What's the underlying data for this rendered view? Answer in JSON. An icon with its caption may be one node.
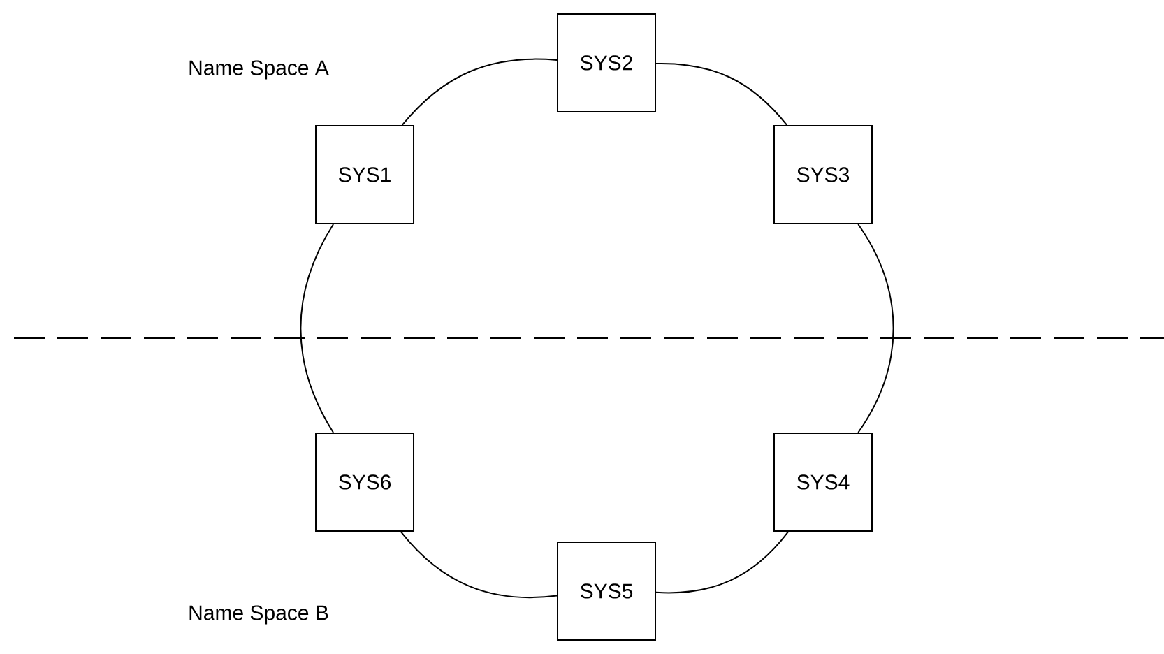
{
  "diagram": {
    "nodes": [
      {
        "text": [
          "SYS2"
        ]
      },
      {
        "text": [
          "SYS1"
        ]
      },
      {
        "text": [
          "SYS3"
        ]
      },
      {
        "text": [
          "SYS6"
        ]
      },
      {
        "text": [
          "SYS4"
        ]
      },
      {
        "text": [
          "SYS5"
        ]
      }
    ],
    "edges": [
      {
        "from": 1,
        "to": 0,
        "arrow": "none"
      },
      {
        "from": 0,
        "to": 2,
        "arrow": "none"
      },
      {
        "from": 2,
        "to": 4,
        "arrow": "none"
      },
      {
        "from": 4,
        "to": 5,
        "arrow": "none"
      },
      {
        "from": 5,
        "to": 3,
        "arrow": "none"
      },
      {
        "from": 3,
        "to": 1,
        "arrow": "none"
      }
    ],
    "labels": [
      "Name Space A",
      "Name Space B"
    ]
  }
}
